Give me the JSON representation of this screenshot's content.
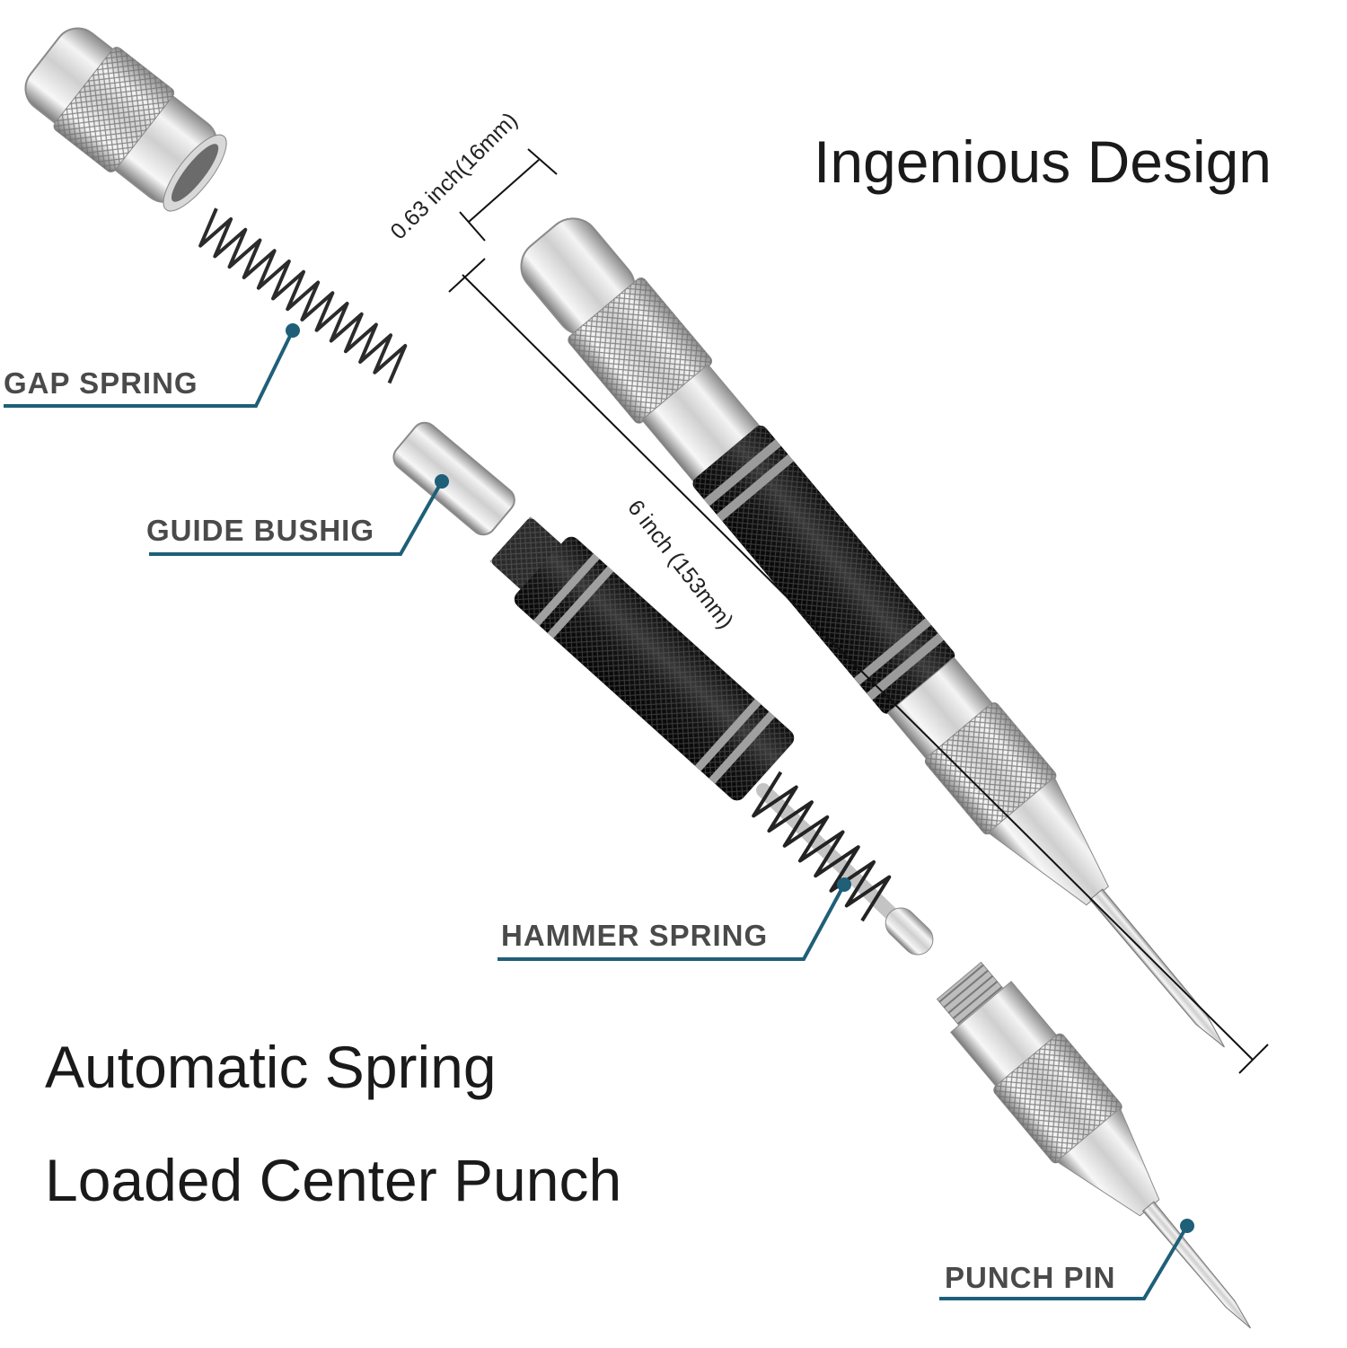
{
  "headline": {
    "top_right": "Ingenious Design",
    "bottom_left_line1": "Automatic Spring",
    "bottom_left_line2": "Loaded Center Punch"
  },
  "callouts": [
    {
      "id": "gap_spring",
      "label": "GAP SPRING"
    },
    {
      "id": "guide_bushing",
      "label": "GUIDE BUSHIG"
    },
    {
      "id": "hammer_spring",
      "label": "HAMMER SPRING"
    },
    {
      "id": "punch_pin",
      "label": "PUNCH PIN"
    }
  ],
  "dimensions": {
    "diameter": "0.63 inch(16mm)",
    "length": "6 inch (153mm)"
  },
  "colors": {
    "callout_line": "#1f5f78",
    "callout_text": "#4a4a4a",
    "metal_light": "#e6e6e6",
    "metal_dark": "#9a9a9a",
    "grip_black": "#1b1b1b"
  }
}
